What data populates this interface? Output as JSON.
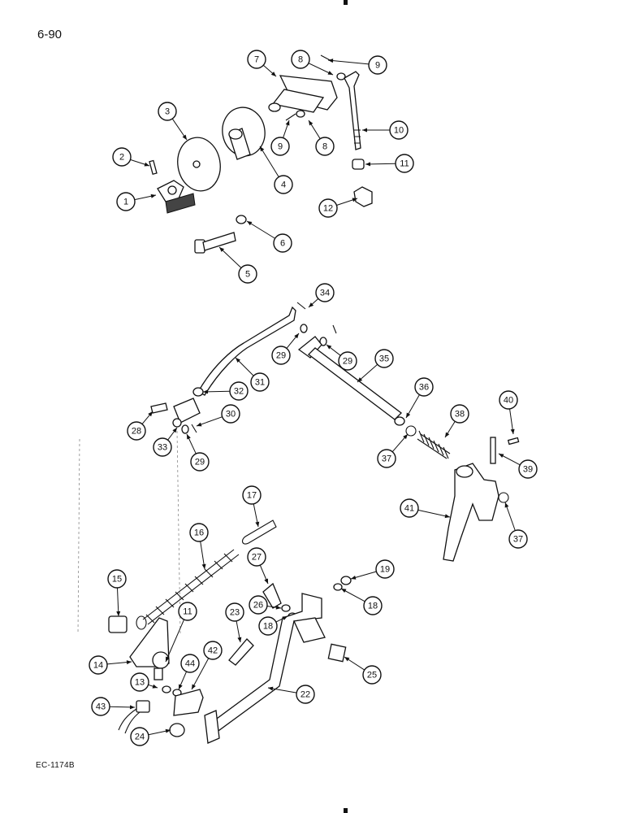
{
  "page": {
    "number": "6-90",
    "figure_code": "EC-1174B"
  },
  "callouts": [
    {
      "id": "c7",
      "label": "7"
    },
    {
      "id": "c8a",
      "label": "8"
    },
    {
      "id": "c9a",
      "label": "9"
    },
    {
      "id": "c3",
      "label": "3"
    },
    {
      "id": "c2",
      "label": "2"
    },
    {
      "id": "c1",
      "label": "1"
    },
    {
      "id": "c4",
      "label": "4"
    },
    {
      "id": "c9b",
      "label": "9"
    },
    {
      "id": "c8b",
      "label": "8"
    },
    {
      "id": "c10",
      "label": "10"
    },
    {
      "id": "c11a",
      "label": "11"
    },
    {
      "id": "c12",
      "label": "12"
    },
    {
      "id": "c6",
      "label": "6"
    },
    {
      "id": "c5",
      "label": "5"
    },
    {
      "id": "c34",
      "label": "34"
    },
    {
      "id": "c29a",
      "label": "29"
    },
    {
      "id": "c29b",
      "label": "29"
    },
    {
      "id": "c35",
      "label": "35"
    },
    {
      "id": "c31",
      "label": "31"
    },
    {
      "id": "c32",
      "label": "32"
    },
    {
      "id": "c36",
      "label": "36"
    },
    {
      "id": "c28",
      "label": "28"
    },
    {
      "id": "c30",
      "label": "30"
    },
    {
      "id": "c38",
      "label": "38"
    },
    {
      "id": "c40",
      "label": "40"
    },
    {
      "id": "c33",
      "label": "33"
    },
    {
      "id": "c29c",
      "label": "29"
    },
    {
      "id": "c37a",
      "label": "37"
    },
    {
      "id": "c39",
      "label": "39"
    },
    {
      "id": "c41",
      "label": "41"
    },
    {
      "id": "c37b",
      "label": "37"
    },
    {
      "id": "c17",
      "label": "17"
    },
    {
      "id": "c16",
      "label": "16"
    },
    {
      "id": "c27",
      "label": "27"
    },
    {
      "id": "c19",
      "label": "19"
    },
    {
      "id": "c15",
      "label": "15"
    },
    {
      "id": "c11b",
      "label": "11"
    },
    {
      "id": "c26",
      "label": "26"
    },
    {
      "id": "c18a",
      "label": "18"
    },
    {
      "id": "c18b",
      "label": "18"
    },
    {
      "id": "c23",
      "label": "23"
    },
    {
      "id": "c14",
      "label": "14"
    },
    {
      "id": "c42",
      "label": "42"
    },
    {
      "id": "c44",
      "label": "44"
    },
    {
      "id": "c25",
      "label": "25"
    },
    {
      "id": "c13",
      "label": "13"
    },
    {
      "id": "c22",
      "label": "22"
    },
    {
      "id": "c43",
      "label": "43"
    },
    {
      "id": "c24",
      "label": "24"
    }
  ]
}
